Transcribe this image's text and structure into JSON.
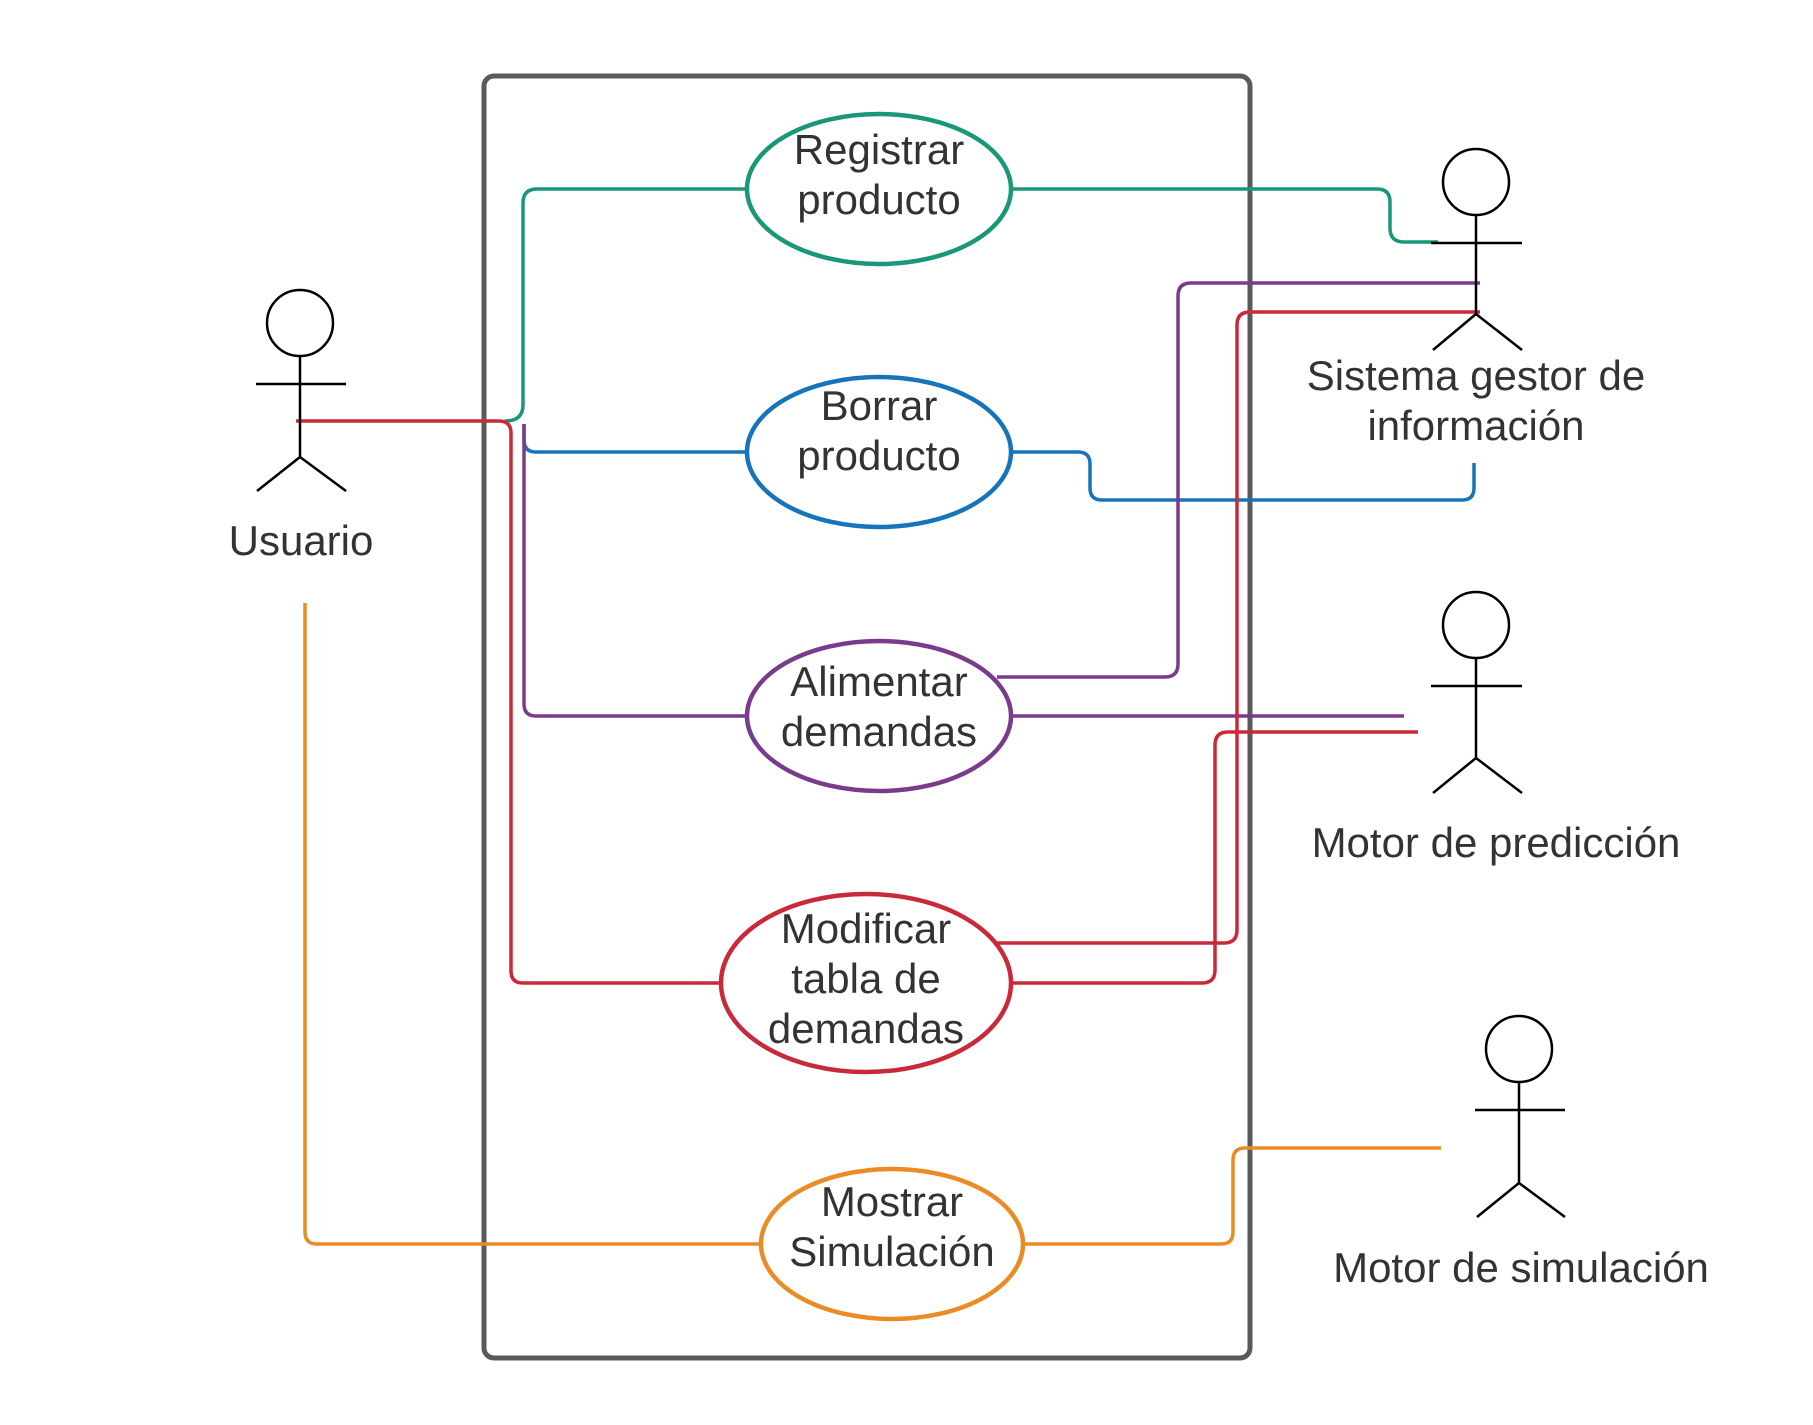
{
  "colors": {
    "teal": "#1a9678",
    "blue": "#1874b8",
    "purple": "#7b3b8c",
    "red": "#c92a3a",
    "orange": "#ea8b26",
    "boundary": "#5a5a5a"
  },
  "actors": {
    "usuario": [
      "Usuario"
    ],
    "sistema": [
      "Sistema gestor de",
      "información"
    ],
    "prediccion": [
      "Motor de predicción"
    ],
    "simulacion": [
      "Motor de simulación"
    ]
  },
  "use_cases": {
    "registrar": [
      "Registrar",
      "producto"
    ],
    "borrar": [
      "Borrar",
      "producto"
    ],
    "alimentar": [
      "Alimentar",
      "demandas"
    ],
    "modificar": [
      "Modificar",
      "tabla de",
      "demandas"
    ],
    "mostrar": [
      "Mostrar",
      "Simulación"
    ]
  }
}
